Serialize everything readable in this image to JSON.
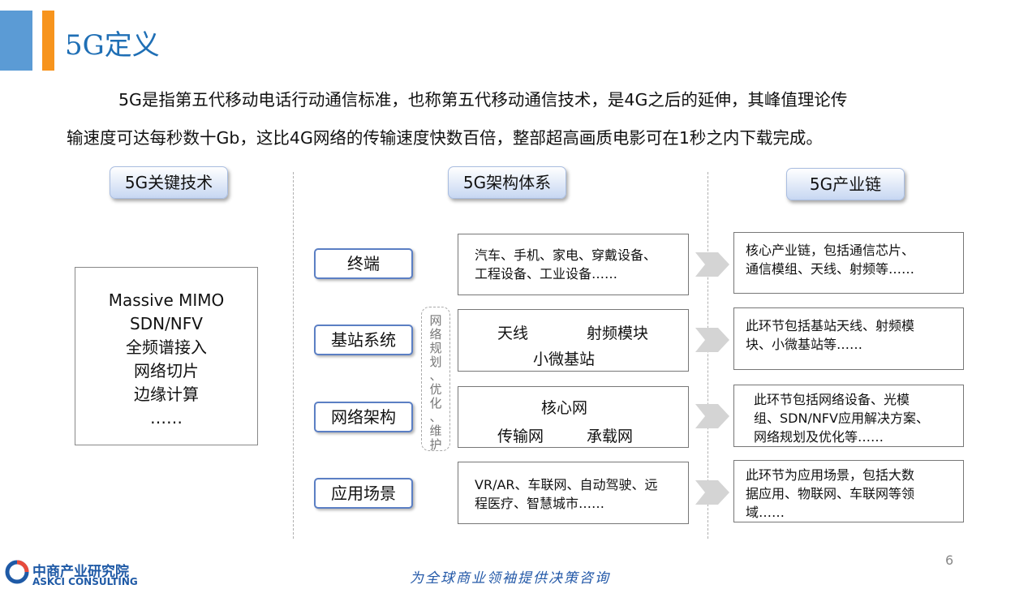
{
  "header": {
    "title": "5G定义"
  },
  "intro": {
    "line1": "5G是指第五代移动电话行动通信标准，也称第五代移动通信技术，是4G之后的延伸，其峰值理论传",
    "line2": "输速度可达每秒数十Gb，这比4G网络的传输速度快数百倍，整部超高画质电影可在1秒之内下载完成。"
  },
  "columns": {
    "key_tech": "5G关键技术",
    "architecture": "5G架构体系",
    "industry_chain": "5G产业链"
  },
  "key_tech_items": [
    "Massive MIMO",
    "SDN/NFV",
    "全频谱接入",
    "网络切片",
    "边缘计算",
    "……"
  ],
  "network_note": [
    "网",
    "络",
    "规",
    "划",
    "、",
    "优",
    "化",
    "、",
    "维",
    "护"
  ],
  "rows": [
    {
      "label": "终端",
      "content": [
        "汽车、手机、家电、穿戴设备、",
        "工程设备、工业设备……"
      ],
      "chain": [
        "核心产业链，包括通信芯片、",
        "通信模组、天线、射频等……"
      ]
    },
    {
      "label": "基站系统",
      "content": [
        "天线",
        "射频模块",
        "小微基站"
      ],
      "chain": [
        "此环节包括基站天线、射频模",
        "块、小微基站等……"
      ]
    },
    {
      "label": "网络架构",
      "content": [
        "核心网",
        "传输网",
        "承载网"
      ],
      "chain": [
        "此环节包括网络设备、光模",
        "组、SDN/NFV应用解决方案、",
        "网络规划及优化等……"
      ]
    },
    {
      "label": "应用场景",
      "content": [
        "VR/AR、车联网、自动驾驶、远",
        "程医疗、智慧城市……"
      ],
      "chain": [
        "此环节为应用场景，包括大数",
        "据应用、物联网、车联网等领",
        "域……"
      ]
    }
  ],
  "footer": {
    "logo_cn": "中商产业研究院",
    "logo_en": "ASKCI CONSULTING",
    "slogan": "为全球商业领袖提供决策咨询",
    "page_number": "6"
  },
  "colors": {
    "title_blue": "#1f6fb5",
    "accent_orange": "#f7941d",
    "accent_blue": "#5b9bd5"
  }
}
